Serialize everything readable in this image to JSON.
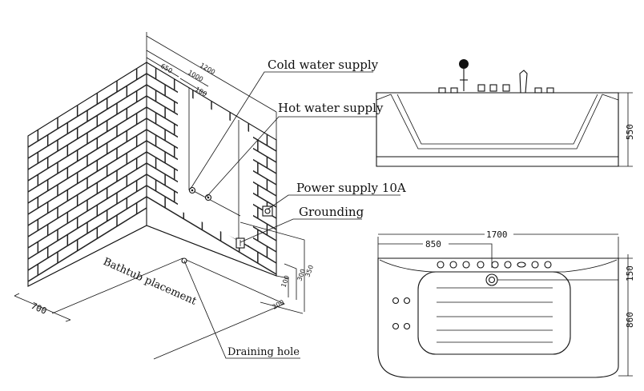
{
  "labels": {
    "cold_water": "Cold water supply",
    "hot_water": "Hot water supply",
    "power": "Power supply 10A",
    "grounding": "Grounding",
    "placement": "Bathtub placement",
    "drain": "Draining hole"
  },
  "dims": {
    "wall_1200": "1200",
    "wall_1000": "1000",
    "wall_650": "650",
    "wall_180": "180",
    "floor_700": "700",
    "floor_200": "200",
    "h_100": "100",
    "h_300": "300",
    "h_350": "350",
    "tub_height": "550",
    "tub_length": "1700",
    "tub_half": "850",
    "tub_150": "150",
    "tub_width": "860"
  }
}
